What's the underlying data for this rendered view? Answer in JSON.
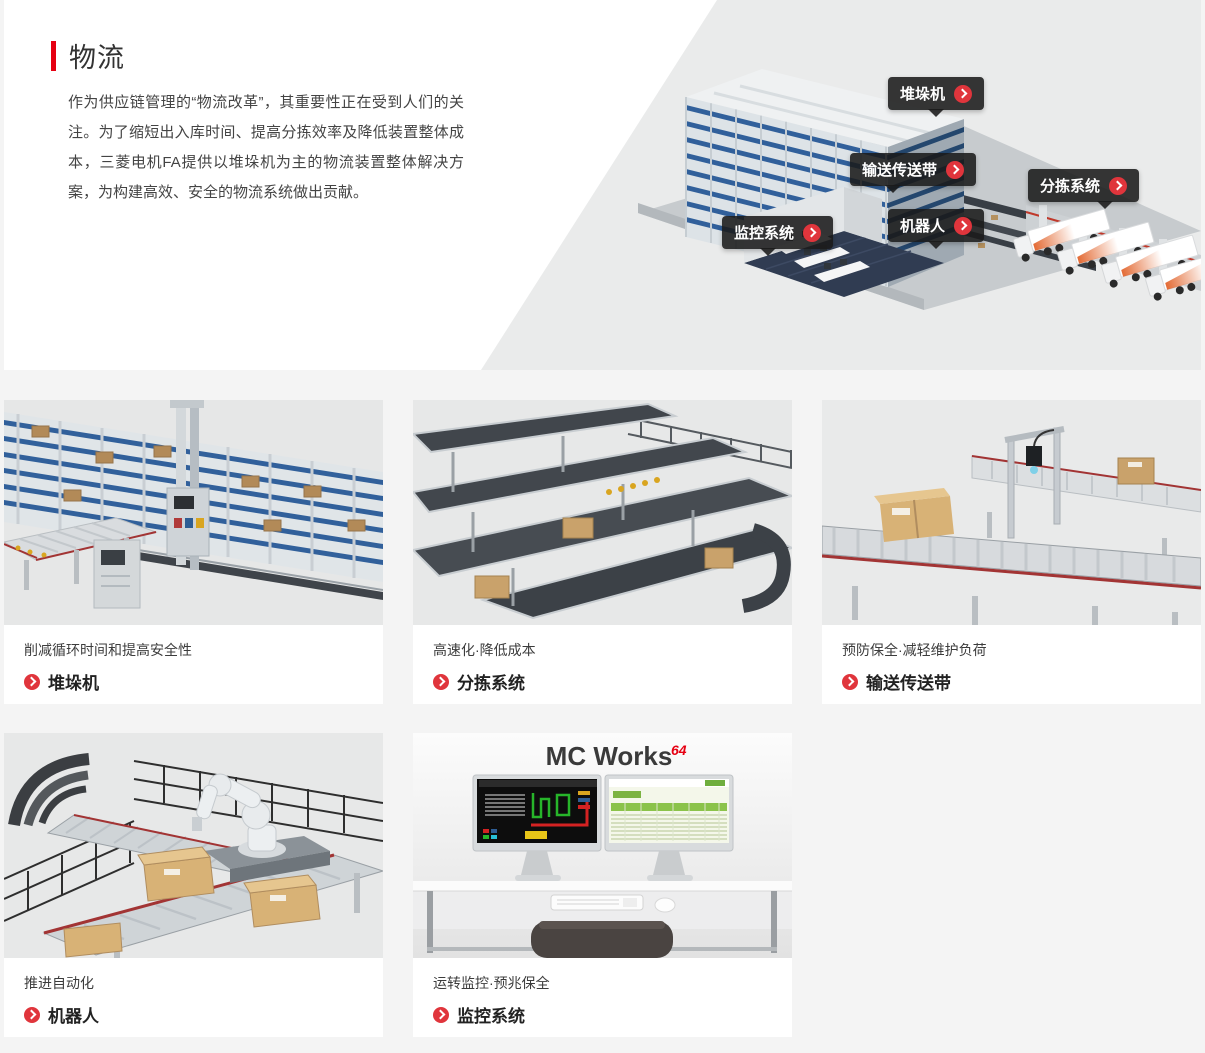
{
  "page": {
    "background": "#f4f4f4",
    "accent_red": "#e60012",
    "icon_red": "#e0353c"
  },
  "hero": {
    "title": "物流",
    "description": "作为供应链管理的“物流改革”，其重要性正在受到人们的关注。为了缩短出入库时间、提高分拣效率及降低装置整体成本，三菱电机FA提供以堆垛机为主的物流装置整体解决方案，为构建高效、安全的物流系统做出贡献。",
    "callouts": [
      {
        "id": "stacker-crane",
        "label": "堆垛机"
      },
      {
        "id": "conveyor-belt",
        "label": "输送传送带"
      },
      {
        "id": "sorting-system",
        "label": "分拣系统"
      },
      {
        "id": "robot",
        "label": "机器人"
      },
      {
        "id": "monitoring-system",
        "label": "监控系统"
      }
    ]
  },
  "cards": [
    {
      "subtitle": "削减循环时间和提高安全性",
      "title": "堆垛机"
    },
    {
      "subtitle": "高速化·降低成本",
      "title": "分拣系统"
    },
    {
      "subtitle": "预防保全·减轻维护负荷",
      "title": "输送传送带"
    },
    {
      "subtitle": "推进自动化",
      "title": "机器人"
    },
    {
      "subtitle": "运转监控·预兆保全",
      "title": "监控系统",
      "screen_logo": {
        "main": "MC Works",
        "sup": "64"
      }
    }
  ]
}
